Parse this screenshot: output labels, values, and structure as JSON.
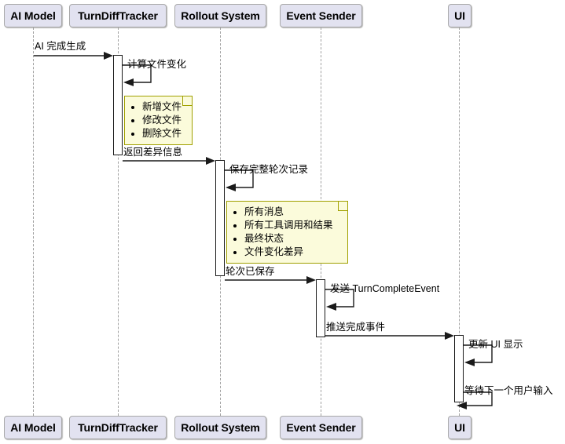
{
  "diagram": {
    "type": "sequence-diagram",
    "colors": {
      "participant_fill": "#e2e2f0",
      "participant_border": "#a8a8a8",
      "note_fill": "#fbfbdb",
      "note_border": "#a0a000",
      "line": "#1a1a1a",
      "lifeline": "#a0a0a0",
      "background": "#ffffff"
    },
    "participants": [
      {
        "id": "ai",
        "label": "AI Model"
      },
      {
        "id": "tracker",
        "label": "TurnDiffTracker"
      },
      {
        "id": "rollout",
        "label": "Rollout System"
      },
      {
        "id": "sender",
        "label": "Event Sender"
      },
      {
        "id": "ui",
        "label": "UI"
      }
    ],
    "messages": [
      {
        "index": 0,
        "from": "ai",
        "to": "tracker",
        "label": "AI 完成生成",
        "kind": "call"
      },
      {
        "index": 1,
        "from": "tracker",
        "to": "tracker",
        "label": "计算文件变化",
        "kind": "self"
      },
      {
        "index": 2,
        "from": "tracker",
        "to": "rollout",
        "label": "返回差异信息",
        "kind": "call"
      },
      {
        "index": 3,
        "from": "rollout",
        "to": "rollout",
        "label": "保存完整轮次记录",
        "kind": "self"
      },
      {
        "index": 4,
        "from": "rollout",
        "to": "sender",
        "label": "轮次已保存",
        "kind": "call"
      },
      {
        "index": 5,
        "from": "sender",
        "to": "sender",
        "label": "发送 TurnCompleteEvent",
        "kind": "self"
      },
      {
        "index": 6,
        "from": "sender",
        "to": "ui",
        "label": "推送完成事件",
        "kind": "call"
      },
      {
        "index": 7,
        "from": "ui",
        "to": "ui",
        "label": "更新 UI 显示",
        "kind": "self"
      },
      {
        "index": 8,
        "from": "ui",
        "to": "ui",
        "label": "等待下一个用户输入",
        "kind": "self"
      }
    ],
    "notes": [
      {
        "index": 0,
        "attached_to": "tracker",
        "items": [
          "新增文件",
          "修改文件",
          "删除文件"
        ]
      },
      {
        "index": 1,
        "attached_to": "rollout",
        "items": [
          "所有消息",
          "所有工具调用和结果",
          "最终状态",
          "文件变化差异"
        ]
      }
    ]
  }
}
